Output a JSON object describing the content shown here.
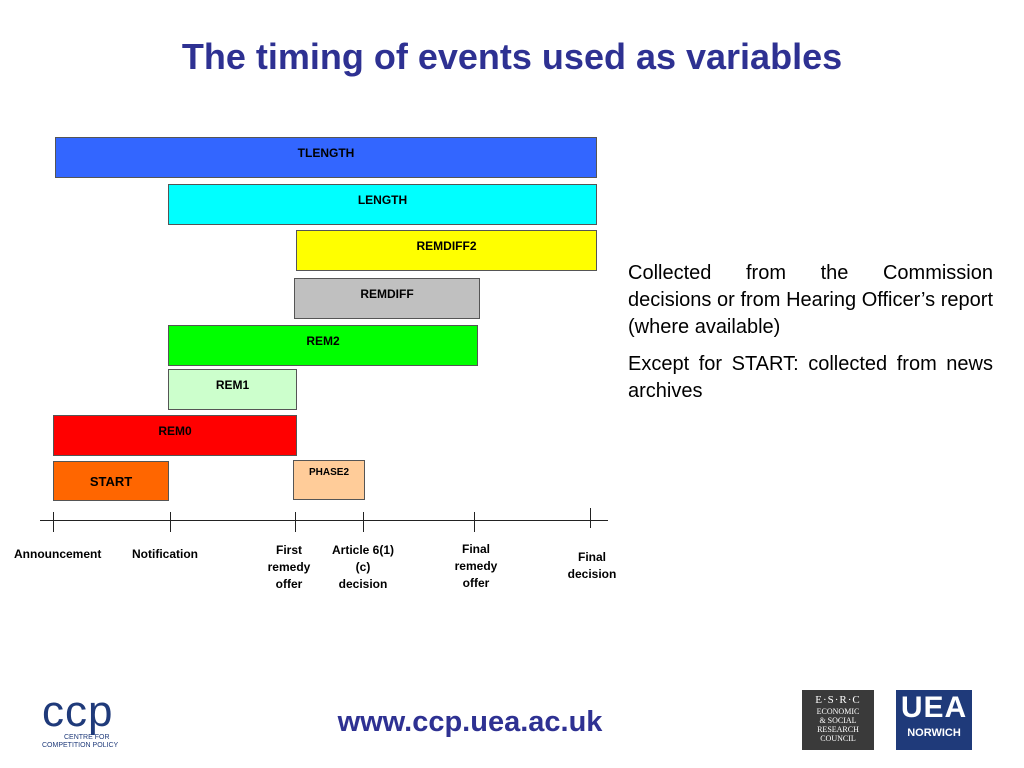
{
  "title": "The timing of events used as variables",
  "bars": {
    "tlength": "TLENGTH",
    "length": "LENGTH",
    "remdiff2": "REMDIFF2",
    "remdiff": "REMDIFF",
    "rem2": "REM2",
    "rem1": "REM1",
    "rem0": "REM0",
    "start": "START",
    "phase2": "PHASE2"
  },
  "bar_colors": {
    "tlength": "#3366ff",
    "length": "#00ffff",
    "remdiff2": "#ffff00",
    "remdiff": "#c0c0c0",
    "rem2": "#00ff00",
    "rem1": "#ccffcc",
    "rem0": "#ff0000",
    "start": "#ff6600",
    "phase2": "#ffcc99"
  },
  "timeline": {
    "announcement": "Announcement",
    "notification": "Notification",
    "first_remedy_offer": "First remedy offer",
    "article_decision": "Article 6(1)(c) decision",
    "final_remedy_offer": "Final remedy offer",
    "final_decision": "Final decision"
  },
  "description": {
    "p1": "Collected from the Commission decisions or from Hearing Officer’s report (where available)",
    "p2": "Except for START: collected from news archives"
  },
  "footer": {
    "url": "www.ccp.uea.ac.uk",
    "ccp_logo_text": "ccp",
    "ccp_logo_subtitle_1": "CENTRE FOR",
    "ccp_logo_subtitle_2": "COMPETITION POLICY",
    "esrc_line1": "E·S·R·C",
    "esrc_line2": "ECONOMIC",
    "esrc_line3": "& SOCIAL",
    "esrc_line4": "RESEARCH",
    "esrc_line5": "COUNCIL",
    "uea_line1": "UEA",
    "uea_line2": "NORWICH"
  }
}
